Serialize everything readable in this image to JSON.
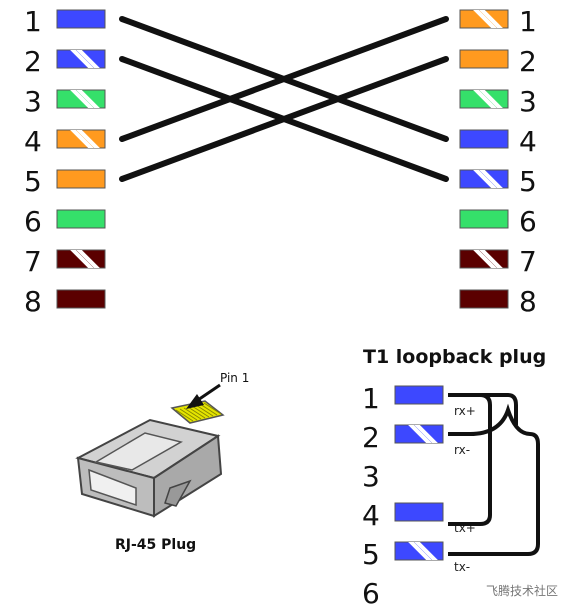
{
  "left_pins": [
    {
      "num": "1",
      "color": "#3d48ff",
      "stripe": false
    },
    {
      "num": "2",
      "color": "#3d48ff",
      "stripe": true
    },
    {
      "num": "3",
      "color": "#35e06a",
      "stripe": true
    },
    {
      "num": "4",
      "color": "#ff9a1f",
      "stripe": true
    },
    {
      "num": "5",
      "color": "#ff9a1f",
      "stripe": false
    },
    {
      "num": "6",
      "color": "#35e06a",
      "stripe": false
    },
    {
      "num": "7",
      "color": "#5b0000",
      "stripe": true
    },
    {
      "num": "8",
      "color": "#5b0000",
      "stripe": false
    }
  ],
  "right_pins": [
    {
      "num": "1",
      "color": "#ff9a1f",
      "stripe": true
    },
    {
      "num": "2",
      "color": "#ff9a1f",
      "stripe": false
    },
    {
      "num": "3",
      "color": "#35e06a",
      "stripe": true
    },
    {
      "num": "4",
      "color": "#3d48ff",
      "stripe": false
    },
    {
      "num": "5",
      "color": "#3d48ff",
      "stripe": true
    },
    {
      "num": "6",
      "color": "#35e06a",
      "stripe": false
    },
    {
      "num": "7",
      "color": "#5b0000",
      "stripe": true
    },
    {
      "num": "8",
      "color": "#5b0000",
      "stripe": false
    }
  ],
  "crossover": [
    {
      "from": "1",
      "to": "4"
    },
    {
      "from": "2",
      "to": "5"
    },
    {
      "from": "4",
      "to": "1"
    },
    {
      "from": "5",
      "to": "2"
    }
  ],
  "loopback": {
    "title": "T1 loopback plug",
    "pins": [
      {
        "num": "1",
        "color": "#3d48ff",
        "stripe": false,
        "signal": "rx+"
      },
      {
        "num": "2",
        "color": "#3d48ff",
        "stripe": true,
        "signal": "rx-"
      },
      {
        "num": "3"
      },
      {
        "num": "4",
        "color": "#3d48ff",
        "stripe": false,
        "signal": "tx+"
      },
      {
        "num": "5",
        "color": "#3d48ff",
        "stripe": true,
        "signal": "tx-"
      },
      {
        "num": "6"
      }
    ]
  },
  "plug": {
    "pin_label": "Pin 1",
    "caption": "RJ-45 Plug"
  },
  "watermark": "飞腾技术社区"
}
